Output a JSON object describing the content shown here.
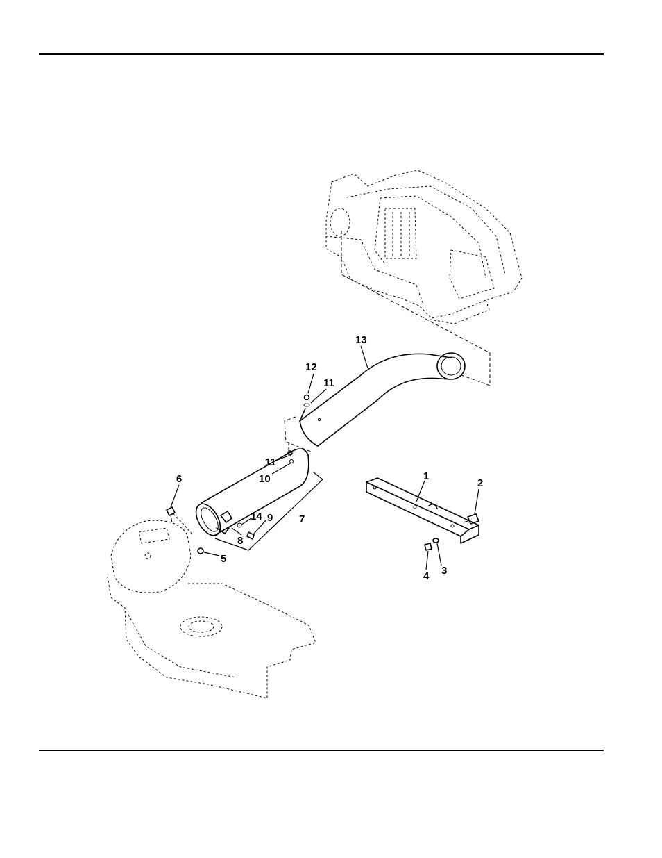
{
  "figure": {
    "callouts": {
      "c1": "1",
      "c2": "2",
      "c3": "3",
      "c4": "4",
      "c5": "5",
      "c6": "6",
      "c7": "7",
      "c8": "8",
      "c9": "9",
      "c10": "10",
      "c11a": "11",
      "c11b": "11",
      "c12": "12",
      "c13": "13",
      "c14": "14"
    }
  }
}
